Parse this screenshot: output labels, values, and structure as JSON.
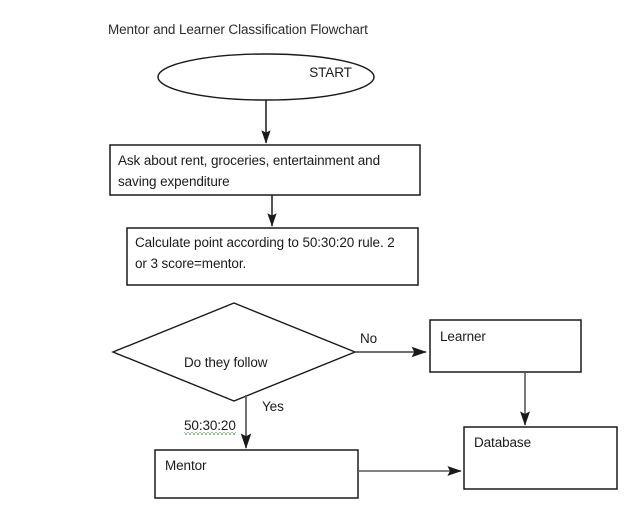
{
  "document": {
    "title": "Mentor and Learner Classification Flowchart",
    "background_color": "#ffffff",
    "stroke_color": "#1a1a1a",
    "arrow_gray_color": "#595959",
    "spellcheck_underline_color": "#2f7d32"
  },
  "nodes": {
    "start": {
      "shape": "ellipse",
      "label": "START"
    },
    "ask_expenditure": {
      "shape": "rectangle",
      "label": "Ask about rent, groceries, entertainment and\nsaving expenditure"
    },
    "calculate_point": {
      "shape": "rectangle",
      "label": "Calculate point according to 50:30:20  rule. 2\nor 3 score=mentor."
    },
    "decision": {
      "shape": "diamond",
      "label_line1": "Do they follow",
      "label_line2": "50:30:20",
      "spellcheck_flagged": "50:30:20"
    },
    "learner": {
      "shape": "rectangle",
      "label": "Learner"
    },
    "mentor": {
      "shape": "rectangle",
      "label": "Mentor"
    },
    "database": {
      "shape": "rectangle",
      "label": "Database"
    }
  },
  "edges": {
    "start_to_ask": {
      "label": ""
    },
    "ask_to_calculate": {
      "label": ""
    },
    "decision_to_learner": {
      "label": "No"
    },
    "decision_to_mentor": {
      "label": "Yes"
    },
    "learner_to_database": {
      "label": ""
    },
    "mentor_to_database": {
      "label": ""
    }
  }
}
